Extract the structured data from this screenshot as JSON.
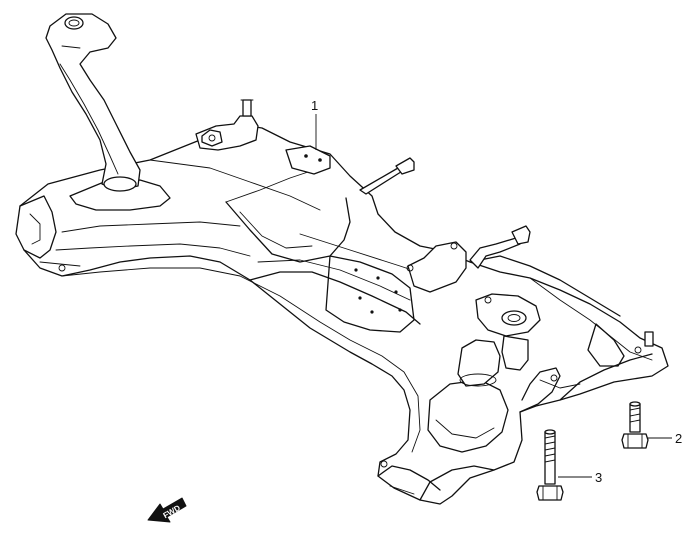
{
  "callouts": {
    "crossmember": "1",
    "bolt_short": "2",
    "bolt_long": "3"
  },
  "direction_arrow": {
    "label": "FWD"
  },
  "icons": {
    "direction": "forward-arrow-icon"
  },
  "colors": {
    "line": "#111111",
    "background": "#ffffff"
  }
}
